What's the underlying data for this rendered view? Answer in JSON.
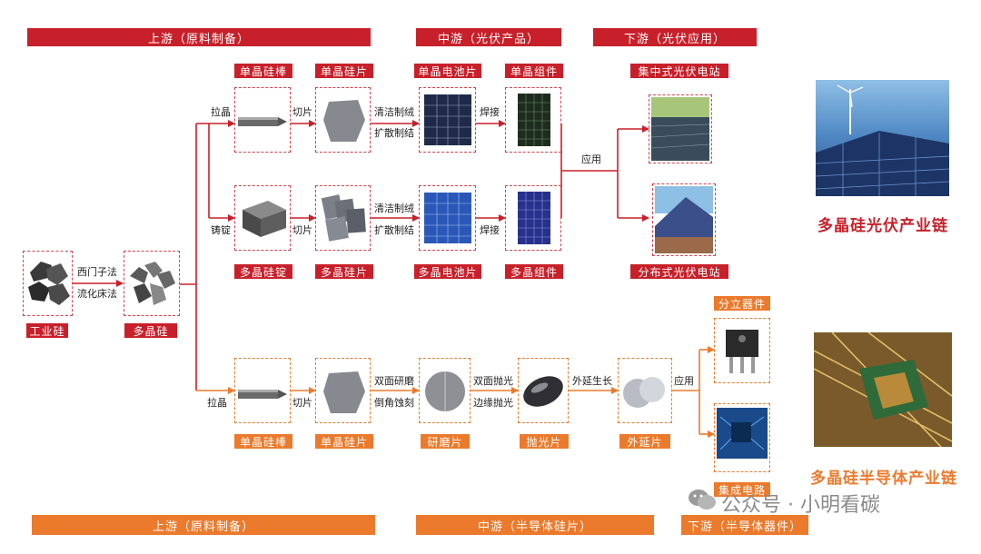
{
  "header_bars": {
    "upstream": "上游（原料制备）",
    "midstream": "中游（光伏产品）",
    "downstream": "下游（光伏应用）"
  },
  "footer_bars": {
    "upstream": "上游（原料制备）",
    "midstream": "中游（半导体硅片）",
    "downstream": "下游（半导体器件）"
  },
  "materials": {
    "industrial_si": "工业硅",
    "poly_si": "多晶硅",
    "mono_ingot": "单晶硅棒",
    "mono_wafer": "单晶硅片",
    "mono_cell": "单晶电池片",
    "mono_module": "单晶组件",
    "multi_ingot": "多晶硅锭",
    "multi_wafer": "多晶硅片",
    "multi_cell": "多晶电池片",
    "multi_module": "多晶组件",
    "central_pv": "集中式光伏电站",
    "distributed_pv": "分布式光伏电站",
    "semi_ingot": "单晶硅棒",
    "semi_wafer": "单晶硅片",
    "lapped_wafer": "研磨片",
    "polished_wafer": "抛光片",
    "epi_wafer": "外延片",
    "discrete": "分立器件",
    "ic": "集成电路"
  },
  "processes": {
    "siemens": "西门子法",
    "fbr": "流化床法",
    "pull_top": "拉晶",
    "cut_top": "切片",
    "texture1": "清洁制绒",
    "diffuse1": "扩散制结",
    "weld1": "焊接",
    "cast": "铸锭",
    "cut_mid": "切片",
    "texture2": "清洁制绒",
    "diffuse2": "扩散制结",
    "weld2": "焊接",
    "apply_pv": "应用",
    "pull_bottom": "拉晶",
    "cut_bottom": "切片",
    "double_lap": "双面研磨",
    "bevel_etch": "倒角蚀刻",
    "double_polish": "双面抛光",
    "edge_polish": "边缘抛光",
    "epitaxy": "外延生长",
    "apply_semi": "应用"
  },
  "side_titles": {
    "pv_chain": "多晶硅光伏产业链",
    "semi_chain": "多晶硅半导体产业链"
  },
  "watermark": "公众号 · 小明看碳",
  "colors": {
    "red": "#c8202a",
    "orange": "#ec7a2c"
  }
}
